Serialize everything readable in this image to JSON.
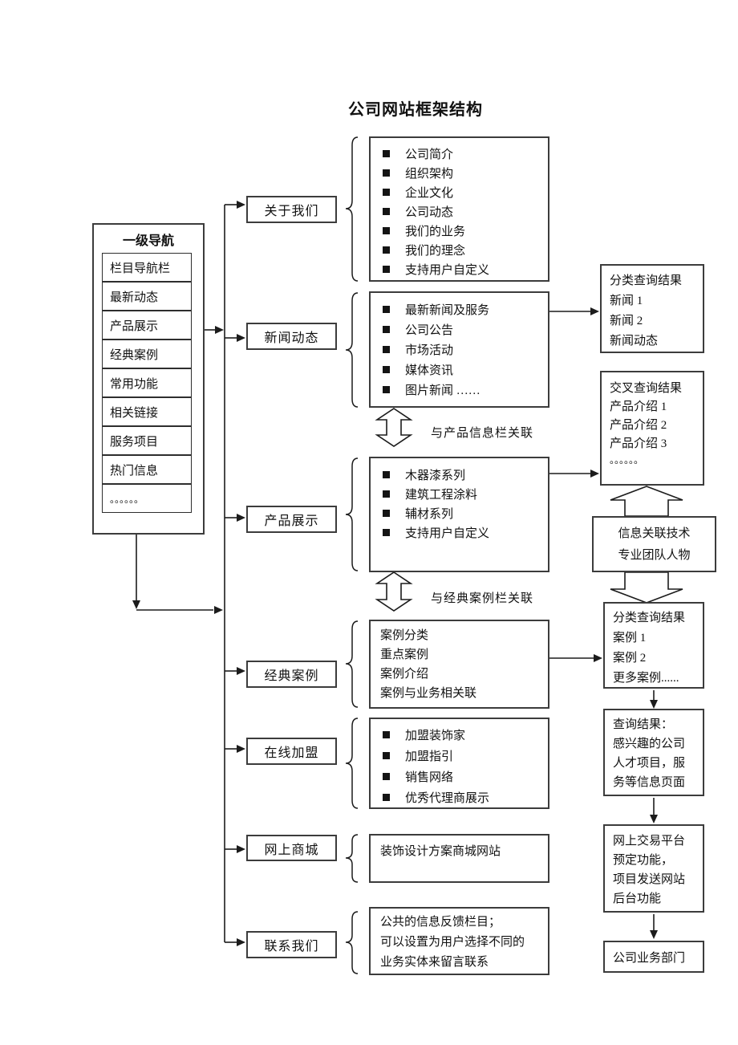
{
  "title": "公司网站框架结构",
  "nav": {
    "title": "一级导航",
    "items": [
      "栏目导航栏",
      "最新动态",
      "产品展示",
      "经典案例",
      "常用功能",
      "相关链接",
      "服务项目",
      "热门信息",
      "。。。。。。"
    ]
  },
  "branches": {
    "about": {
      "label": "关于我们",
      "items": [
        "公司简介",
        "组织架构",
        "企业文化",
        "公司动态",
        "我们的业务",
        "我们的理念",
        "支持用户自定义"
      ]
    },
    "news": {
      "label": "新闻动态",
      "items": [
        "最新新闻及服务",
        "公司公告",
        "市场活动",
        "媒体资讯",
        "图片新闻 ……"
      ]
    },
    "products": {
      "label": "产品展示",
      "items": [
        "木器漆系列",
        "建筑工程涂料",
        "辅材系列",
        "支持用户自定义"
      ]
    },
    "cases": {
      "label": "经典案例",
      "lines": [
        "案例分类",
        "重点案例",
        "案例介绍",
        "案例与业务相关联"
      ]
    },
    "join": {
      "label": "在线加盟",
      "items": [
        "加盟装饰家",
        "加盟指引",
        "销售网络",
        "优秀代理商展示"
      ]
    },
    "mall": {
      "label": "网上商城",
      "lines": [
        "装饰设计方案商城网站"
      ]
    },
    "contact": {
      "label": "联系我们",
      "lines": [
        "公共的信息反馈栏目；",
        "可以设置为用户选择不同的",
        "业务实体来留言联系"
      ]
    }
  },
  "link_labels": {
    "news_products": "与产品信息栏关联",
    "products_cases": "与经典案例栏关联"
  },
  "results": {
    "news_result": {
      "lines": [
        "分类查询结果",
        "新闻 1",
        "新闻 2",
        "新闻动态"
      ]
    },
    "cross_result": {
      "lines": [
        "交叉查询结果",
        "产品介绍 1",
        "产品介绍 2",
        "产品介绍 3",
        "。。。。。。"
      ]
    },
    "info_tech": {
      "lines": [
        "信息关联技术",
        "专业团队人物"
      ]
    },
    "cases_result": {
      "lines": [
        "分类查询结果",
        "案例 1",
        "案例 2",
        "更多案例......"
      ]
    },
    "query_result": {
      "lines": [
        "查询结果：",
        "感兴趣的公司",
        "人才项目，服",
        "务等信息页面"
      ]
    },
    "trade_platform": {
      "lines": [
        "网上交易平台",
        "预定功能，",
        "项目发送网站",
        "后台功能"
      ]
    },
    "business_dept": {
      "lines": [
        "公司业务部门"
      ]
    }
  }
}
